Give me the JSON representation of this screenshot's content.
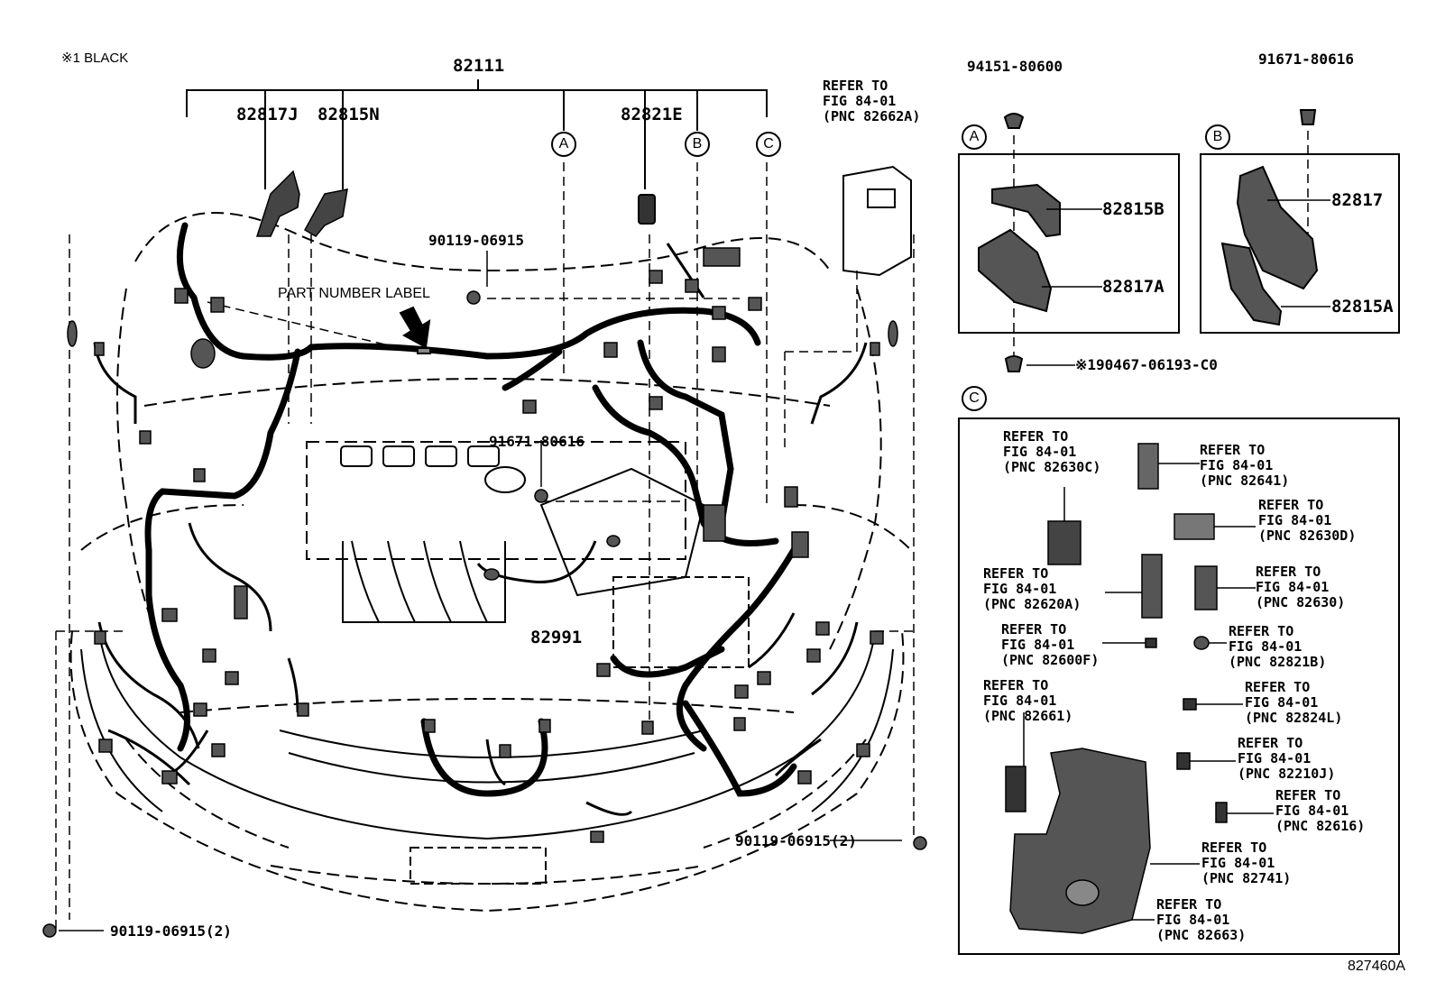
{
  "note_black": "※1  BLACK",
  "main": {
    "harness": "82111",
    "p_82817J": "82817J",
    "p_82815N": "82815N",
    "p_82821E": "82821E",
    "bolt_top": "90119-06915",
    "part_number_label": "PART NUMBER LABEL",
    "bolt_engine": "91671-80616",
    "p_82991": "82991",
    "bolt_right": "90119-06915(2)",
    "bolt_left": "90119-06915(2)",
    "refer_top": [
      "REFER TO",
      "FIG 84-01",
      "(PNC 82662A)"
    ],
    "markers": {
      "a": "A",
      "b": "B",
      "c": "C"
    }
  },
  "detail_a": {
    "marker": "A",
    "clip_top": "94151-80600",
    "p1": "82815B",
    "p2": "82817A",
    "clip_bottom": "※190467-06193-C0"
  },
  "detail_b": {
    "marker": "B",
    "clip_top": "91671-80616",
    "p1": "82817",
    "p2": "82815A"
  },
  "detail_c": {
    "marker": "C",
    "refs": [
      {
        "lines": [
          "REFER TO",
          "FIG 84-01",
          "(PNC 82630C)"
        ]
      },
      {
        "lines": [
          "REFER TO",
          "FIG 84-01",
          "(PNC 82641)"
        ]
      },
      {
        "lines": [
          "REFER TO",
          "FIG 84-01",
          "(PNC 82630D)"
        ]
      },
      {
        "lines": [
          "REFER TO",
          "FIG 84-01",
          "(PNC 82620A)"
        ]
      },
      {
        "lines": [
          "REFER TO",
          "FIG 84-01",
          "(PNC 82630)"
        ]
      },
      {
        "lines": [
          "REFER TO",
          "FIG 84-01",
          "(PNC 82600F)"
        ]
      },
      {
        "lines": [
          "REFER TO",
          "FIG 84-01",
          "(PNC 82821B)"
        ]
      },
      {
        "lines": [
          "REFER TO",
          "FIG 84-01",
          "(PNC 82661)"
        ]
      },
      {
        "lines": [
          "REFER TO",
          "FIG 84-01",
          "(PNC 82824L)"
        ]
      },
      {
        "lines": [
          "REFER TO",
          "FIG 84-01",
          "(PNC 82210J)"
        ]
      },
      {
        "lines": [
          "REFER TO",
          "FIG 84-01",
          "(PNC 82616)"
        ]
      },
      {
        "lines": [
          "REFER TO",
          "FIG 84-01",
          "(PNC 82741)"
        ]
      },
      {
        "lines": [
          "REFER TO",
          "FIG 84-01",
          "(PNC 82663)"
        ]
      }
    ]
  },
  "figure_id": "827460A"
}
